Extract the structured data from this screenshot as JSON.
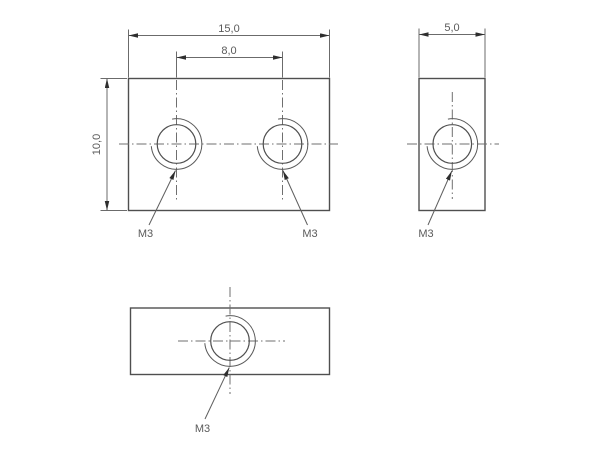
{
  "drawing": {
    "front_view": {
      "width_dim": "15,0",
      "hole_spacing_dim": "8,0",
      "height_dim": "10,0",
      "hole_thread_labels": [
        "M3",
        "M3"
      ]
    },
    "side_view": {
      "depth_dim": "5,0",
      "hole_thread_label": "M3"
    },
    "bottom_view": {
      "hole_thread_label": "M3"
    },
    "colors": {
      "background": "#ffffff",
      "part_outline": "#4f4f4f",
      "dimension_lines": "#6b6b6b",
      "center_lines": "#6f6f6f",
      "text": "#5a5a5a",
      "arrowheads": "#2e2e2e"
    }
  }
}
